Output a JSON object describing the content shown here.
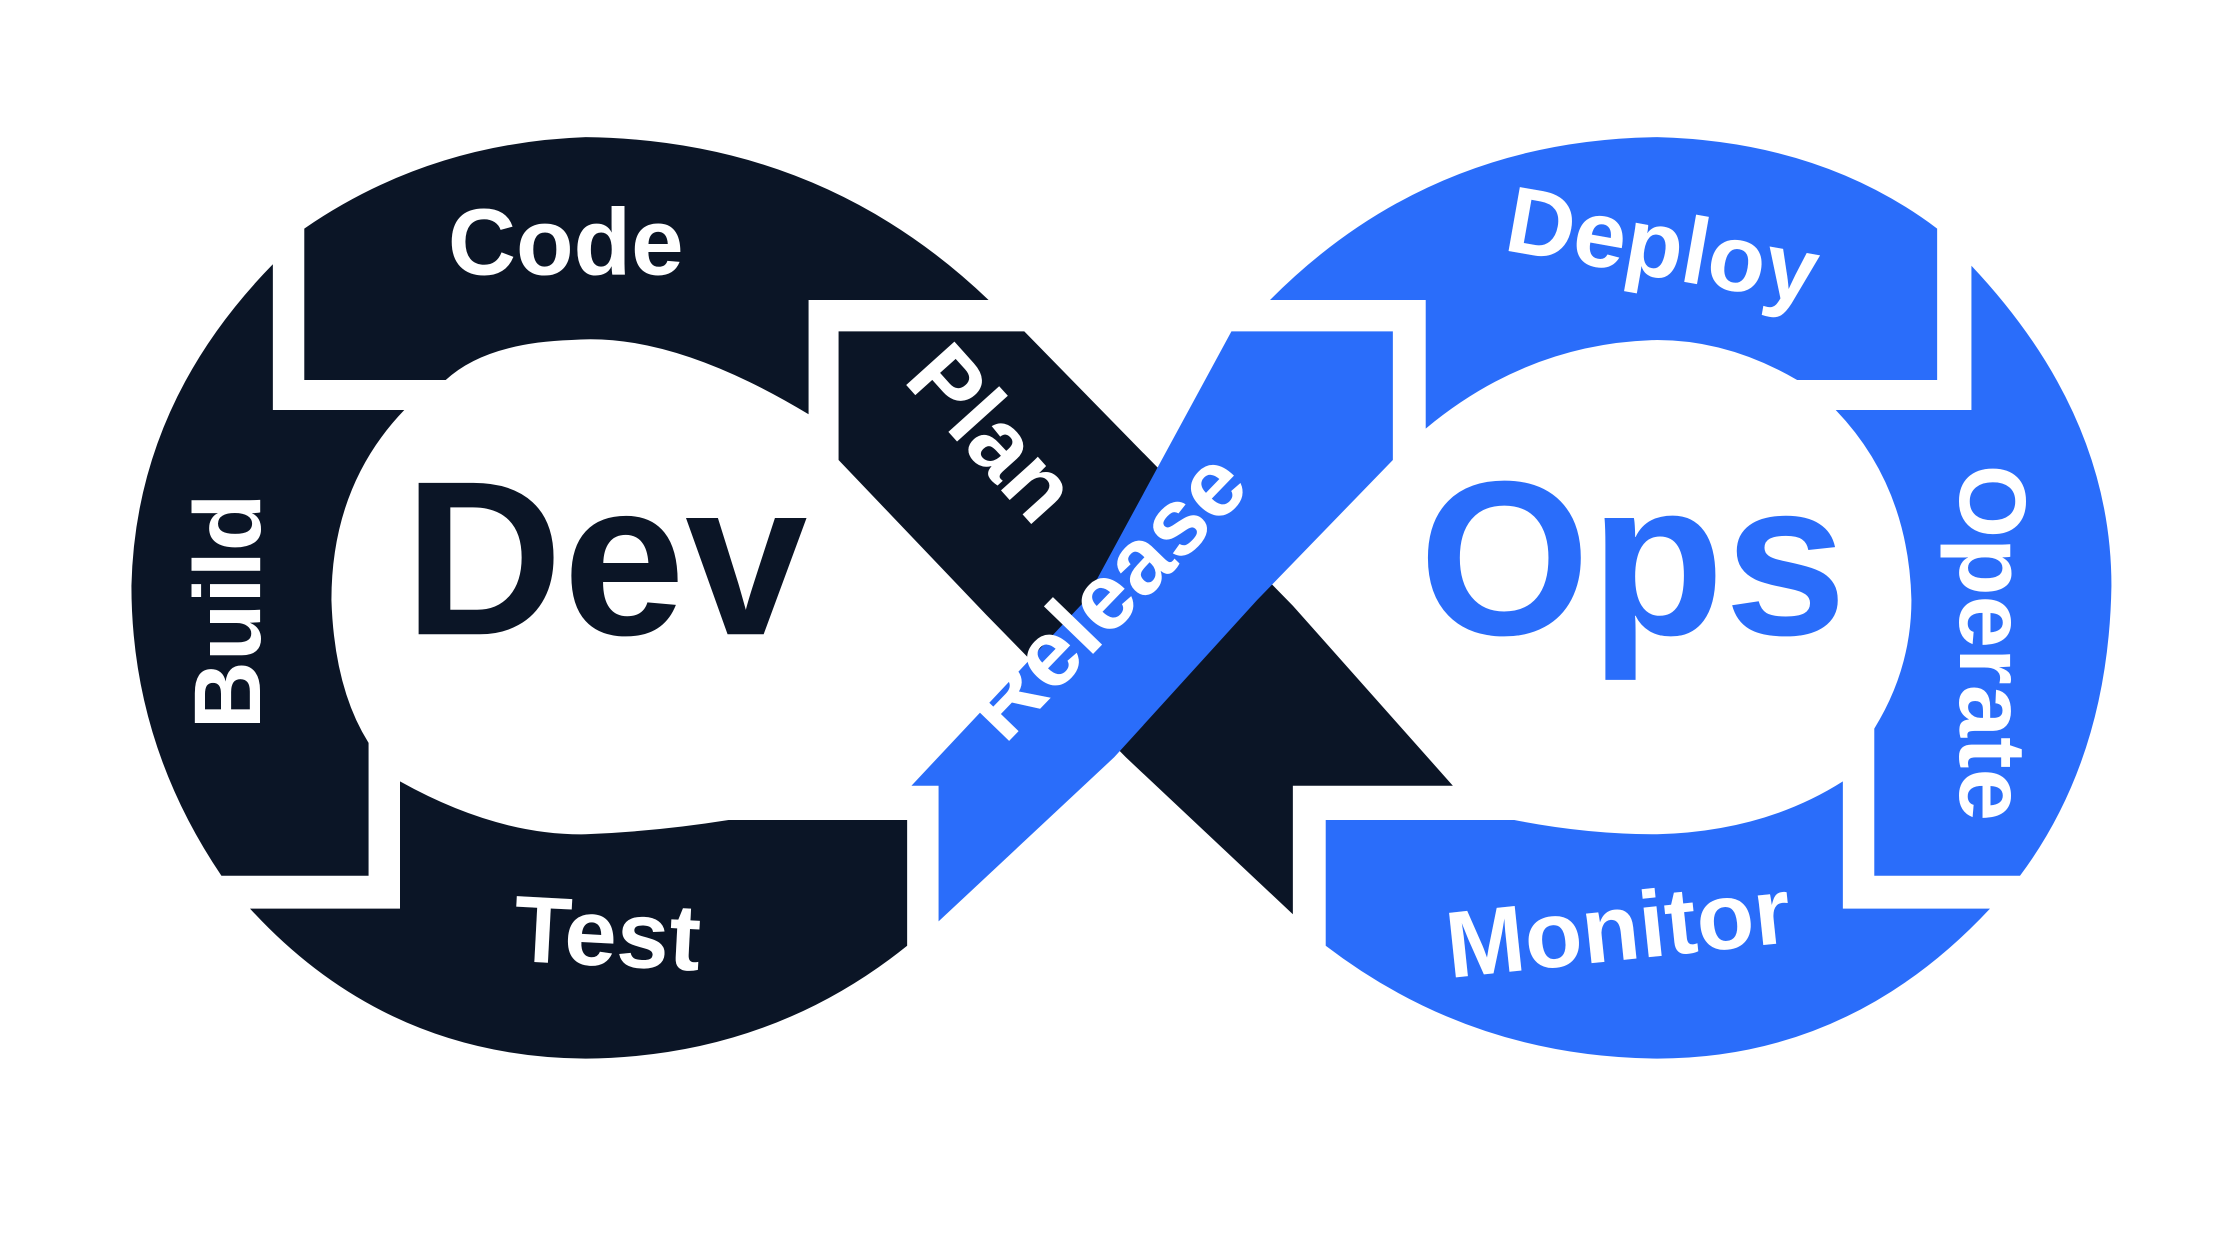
{
  "colors": {
    "dev": "#0b1526",
    "ops": "#2a6dfa",
    "background": "#ffffff",
    "label": "#ffffff"
  },
  "dev": {
    "title": "Dev",
    "stages": {
      "plan": "Plan",
      "code": "Code",
      "build": "Build",
      "test": "Test"
    }
  },
  "ops": {
    "title": "Ops",
    "stages": {
      "release": "Release",
      "deploy": "Deploy",
      "operate": "Operate",
      "monitor": "Monitor"
    }
  }
}
